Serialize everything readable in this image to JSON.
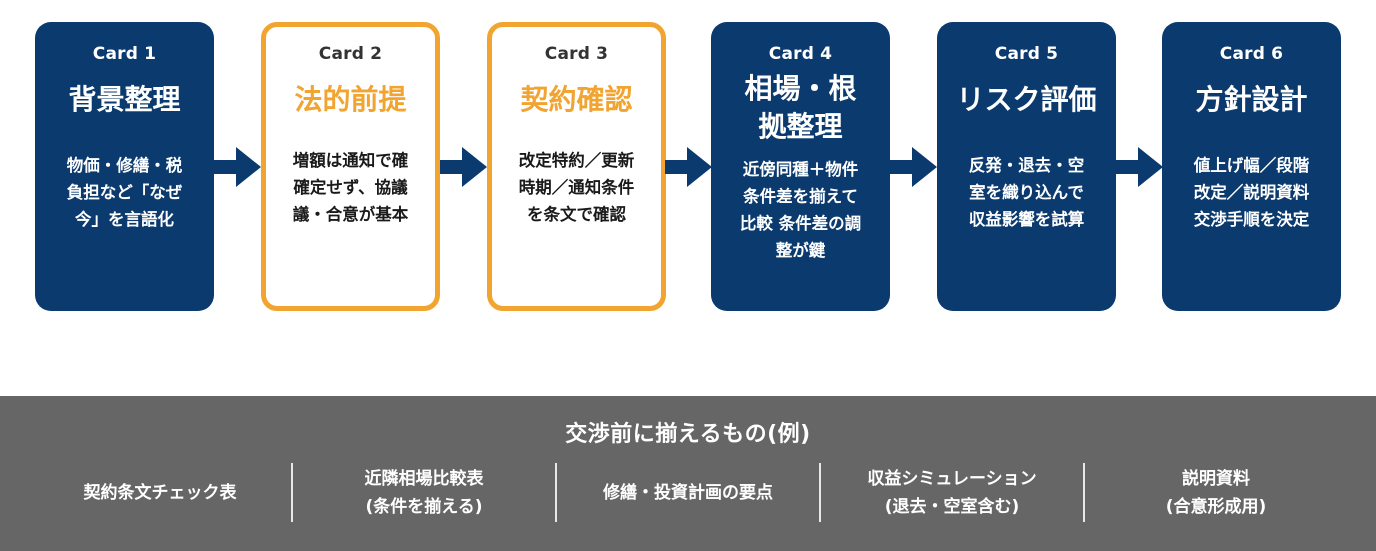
{
  "colors": {
    "dark_card": "#0b3a6e",
    "accent_orange": "#f2a431",
    "band_gray": "#666666",
    "arrow": "#0b3a6e"
  },
  "cards": [
    {
      "label": "Card 1",
      "title": "背景整理",
      "description": "物価・修繕・税負担など「なぜ今」を言語化",
      "style": "dark"
    },
    {
      "label": "Card 2",
      "title": "法的前提",
      "description": "増額は通知で確確定せず、協議議・合意が基本",
      "style": "highlight"
    },
    {
      "label": "Card 3",
      "title": "契約確認",
      "description": "改定特約／更新時期／通知条件を条文で確認",
      "style": "highlight"
    },
    {
      "label": "Card 4",
      "title": "相場・根拠整理",
      "description": "近傍同種＋物件条件差を揃えて比較 条件差の調整が鍵",
      "style": "dark"
    },
    {
      "label": "Card 5",
      "title": "リスク評価",
      "description": "反発・退去・空室を織り込んで収益影響を試算",
      "style": "dark"
    },
    {
      "label": "Card 6",
      "title": "方針設計",
      "description": "値上げ幅／段階改定／説明資料交渉手順を決定",
      "style": "dark"
    }
  ],
  "card_lines": [
    {
      "title": [
        "背景整理"
      ],
      "desc": [
        "物価・修繕・税",
        "負担など「なぜ",
        "今」を言語化"
      ]
    },
    {
      "title": [
        "法的前提"
      ],
      "desc": [
        "増額は通知で確",
        "確定せず、協議",
        "議・合意が基本"
      ]
    },
    {
      "title": [
        "契約確認"
      ],
      "desc": [
        "改定特約／更新",
        "時期／通知条件",
        "を条文で確認"
      ]
    },
    {
      "title": [
        "相場・根",
        "拠整理"
      ],
      "desc": [
        "近傍同種＋物件",
        "条件差を揃えて",
        "比較 条件差の調",
        "整が鍵"
      ]
    },
    {
      "title": [
        "リスク評価"
      ],
      "desc": [
        "反発・退去・空",
        "室を織り込んで",
        "収益影響を試算"
      ]
    },
    {
      "title": [
        "方針設計"
      ],
      "desc": [
        "値上げ幅／段階",
        "改定／説明資料",
        "交渉手順を決定"
      ]
    }
  ],
  "checklist": {
    "title": "交渉前に揃えるもの(例)",
    "items": [
      {
        "lines": [
          "契約条文チェック表"
        ]
      },
      {
        "lines": [
          "近隣相場比較表",
          "(条件を揃える)"
        ]
      },
      {
        "lines": [
          "修繕・投資計画の要点"
        ]
      },
      {
        "lines": [
          "収益シミュレーション",
          "(退去・空室含む)"
        ]
      },
      {
        "lines": [
          "説明資料",
          "(合意形成用)"
        ]
      }
    ]
  }
}
